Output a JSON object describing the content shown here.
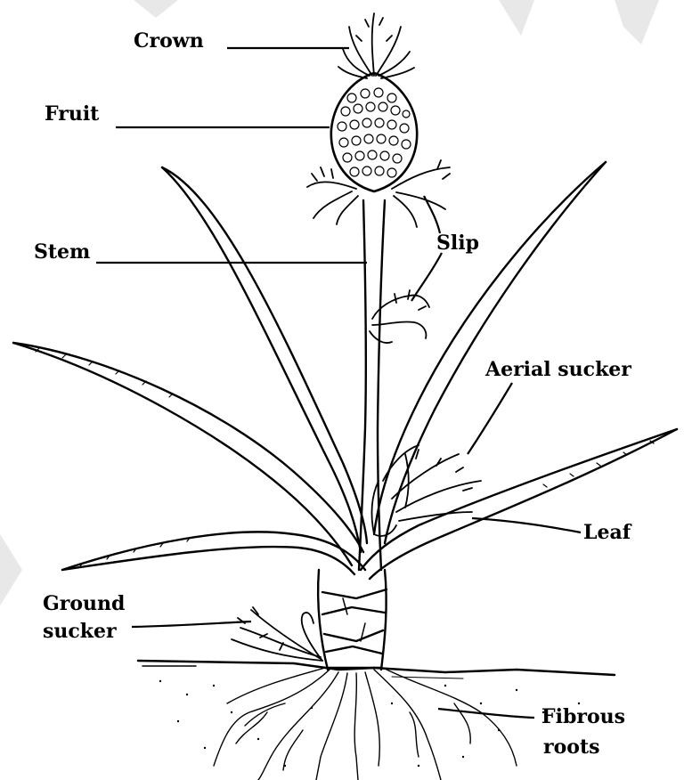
{
  "diagram": {
    "labels": {
      "crown": "Crown",
      "fruit": "Fruit",
      "stem": "Stem",
      "slip": "Slip",
      "aerial_sucker": "Aerial sucker",
      "leaf": "Leaf",
      "ground_sucker_line1": "Ground",
      "ground_sucker_line2": "sucker",
      "fibrous_roots_line1": "Fibrous",
      "fibrous_roots_line2": "roots"
    },
    "colors": {
      "ink": "#000000",
      "background": "#ffffff",
      "corner_marks": "#e6e6e6"
    }
  }
}
